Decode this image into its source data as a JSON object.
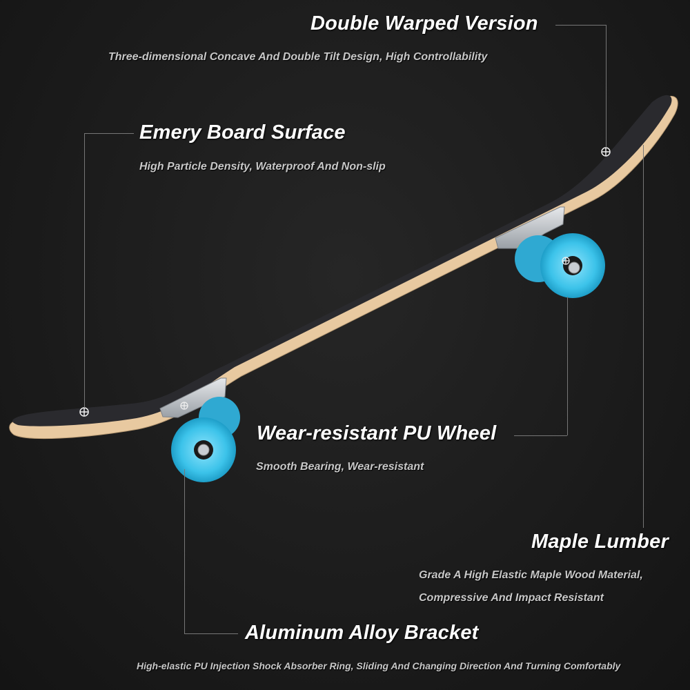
{
  "features": [
    {
      "title": "Double Warped Version",
      "subtitle": [
        "Three-dimensional Concave And Double Tilt Design, High Controllability"
      ]
    },
    {
      "title": "Emery Board Surface",
      "subtitle": [
        "High Particle Density, Waterproof And Non-slip"
      ]
    },
    {
      "title": "Wear-resistant PU Wheel",
      "subtitle": [
        "Smooth Bearing, Wear-resistant"
      ]
    },
    {
      "title": "Maple Lumber",
      "subtitle": [
        "Grade A High Elastic Maple Wood Material,",
        "Compressive And Impact Resistant"
      ]
    },
    {
      "title": "Aluminum Alloy Bracket",
      "subtitle": [
        "High-elastic PU Injection Shock Absorber Ring, Sliding And Changing Direction And Turning Comfortably"
      ]
    }
  ],
  "colors": {
    "background": "#1c1c1c",
    "griptape": "#2a2a2e",
    "maple": "#e8c9a0",
    "wheel": "#3cc3ea",
    "truck": "#c9cdd2",
    "bushing": "#d8c234",
    "callout_line": "#777777"
  }
}
